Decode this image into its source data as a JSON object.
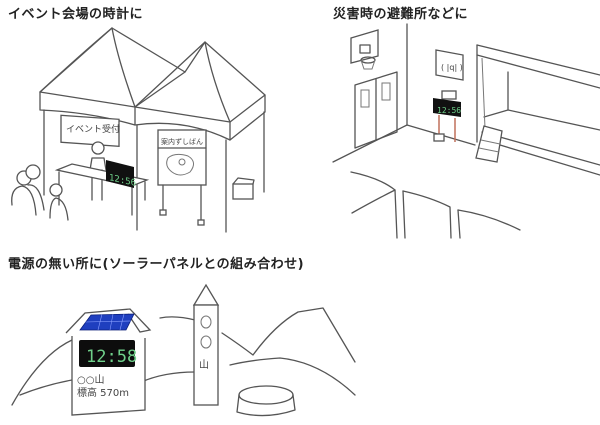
{
  "captions": {
    "event": "イベント会場の時計に",
    "disaster": "災害時の避難所などに",
    "solar": "電源の無い所に(ソーラーパネルとの組み合わせ)"
  },
  "scenes": {
    "event": {
      "banner_text": "イベント受付",
      "map_board_text": "案内ずしばん",
      "clock_time": "12:56"
    },
    "disaster": {
      "clock_time": "12:56"
    },
    "solar": {
      "clock_time": "12:58",
      "mountain_name": "○○山",
      "elevation": "標高 570m",
      "marker_text": "○○山"
    }
  },
  "colors": {
    "clock_bg": "#111111",
    "clock_digits": "#6fd08a",
    "solar_panel": "#1f3fbf",
    "stand_legs": "#c0705a",
    "line": "#555555"
  }
}
